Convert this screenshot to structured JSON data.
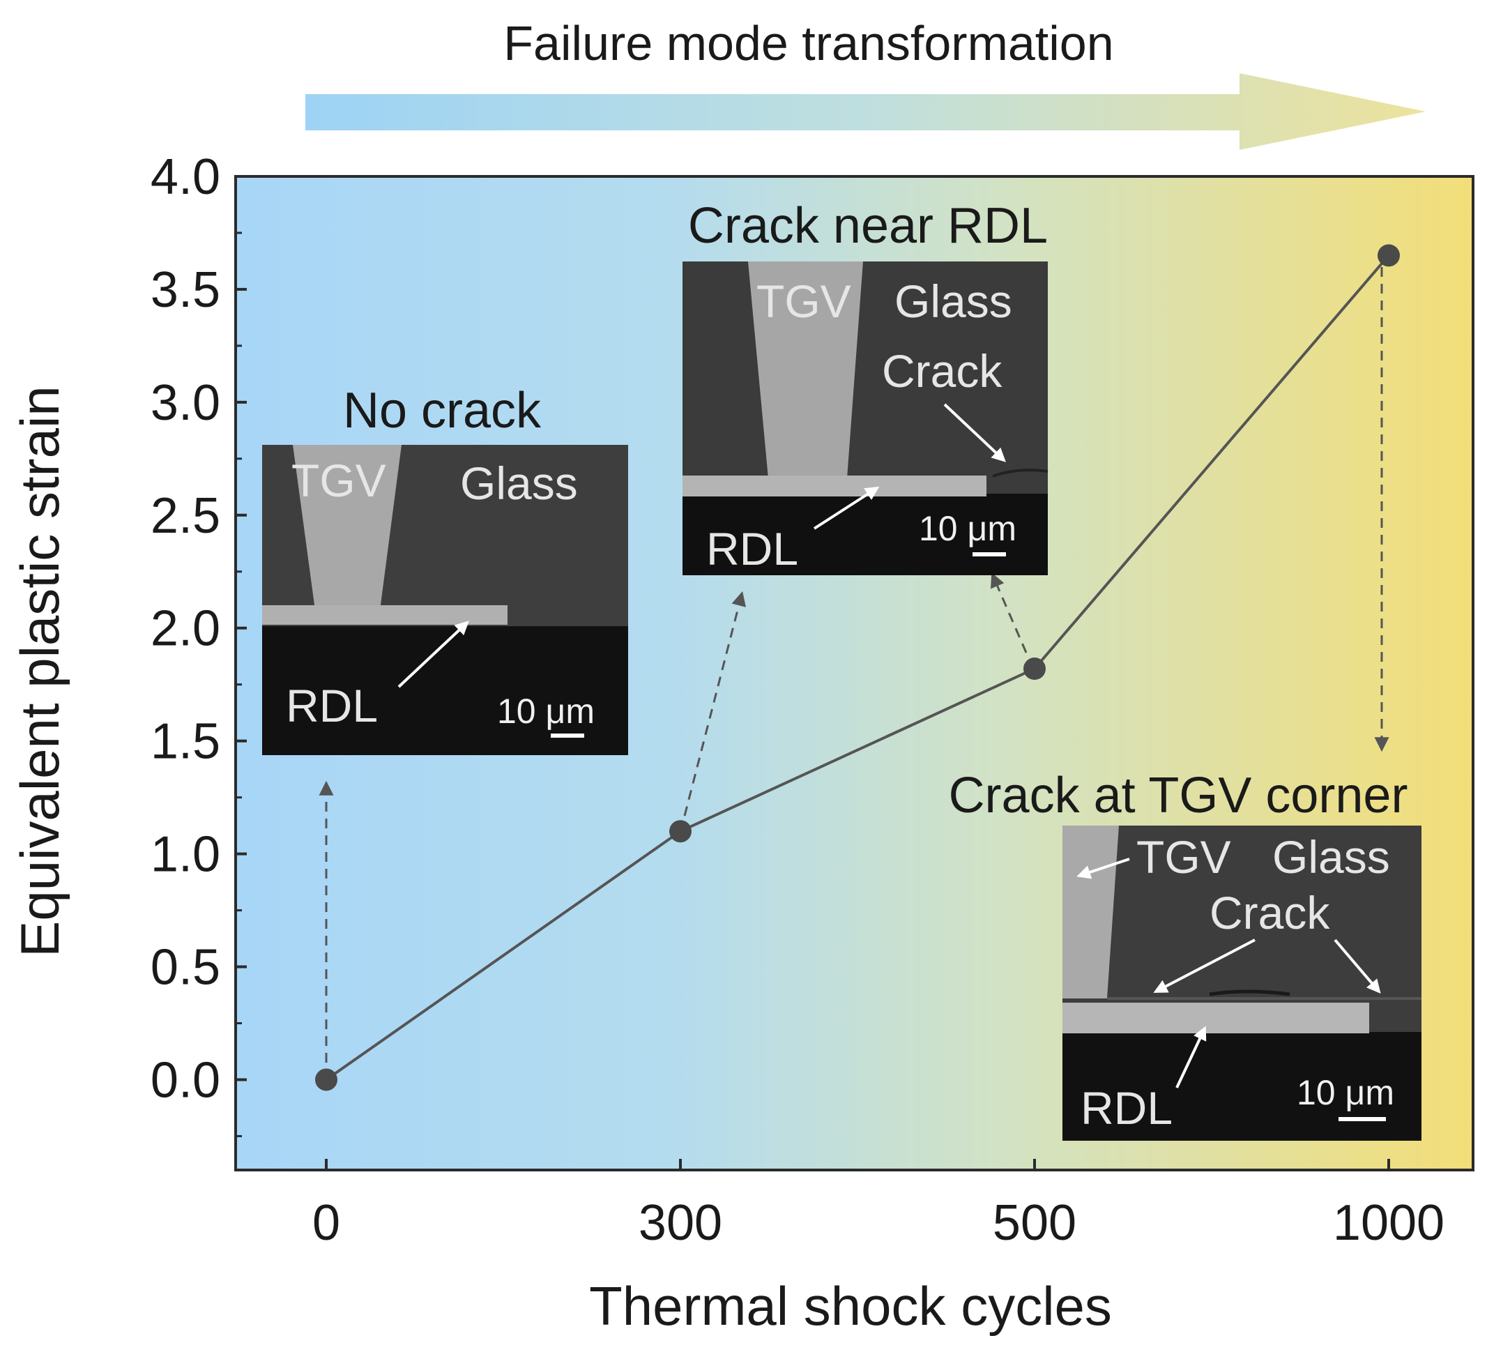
{
  "banner": {
    "title": "Failure mode transformation"
  },
  "chart_data": {
    "type": "line",
    "title": "",
    "xlabel": "Thermal shock cycles",
    "ylabel": "Equivalent plastic strain",
    "categories": [
      "0",
      "300",
      "500",
      "1000"
    ],
    "values": [
      0.0,
      1.1,
      1.82,
      3.65
    ],
    "ylim": [
      -0.4,
      4.0
    ],
    "yticks": [
      "0.0",
      "0.5",
      "1.0",
      "1.5",
      "2.0",
      "2.5",
      "3.0",
      "3.5",
      "4.0"
    ],
    "x_axis": "categorical, evenly spaced",
    "background": "horizontal gradient from light blue (left) to yellow (right)",
    "grid": false,
    "colors": {
      "line": "#555555",
      "marker": "#4a4a4a",
      "gradient_start": "#a8d6f7",
      "gradient_mid": "#c7dfd6",
      "gradient_end": "#f3de78",
      "banner_start": "#9dd3f5",
      "banner_end": "#e9e19a"
    }
  },
  "insets": [
    {
      "title": "No crack",
      "labels": {
        "tgv": "TGV",
        "glass": "Glass",
        "rdl": "RDL",
        "scale": "10 μm"
      }
    },
    {
      "title": "Crack near RDL",
      "labels": {
        "tgv": "TGV",
        "glass": "Glass",
        "crack": "Crack",
        "rdl": "RDL",
        "scale": "10 μm"
      }
    },
    {
      "title": "Crack at TGV corner",
      "labels": {
        "tgv": "TGV",
        "glass": "Glass",
        "crack": "Crack",
        "rdl": "RDL",
        "scale": "10 μm"
      }
    }
  ]
}
